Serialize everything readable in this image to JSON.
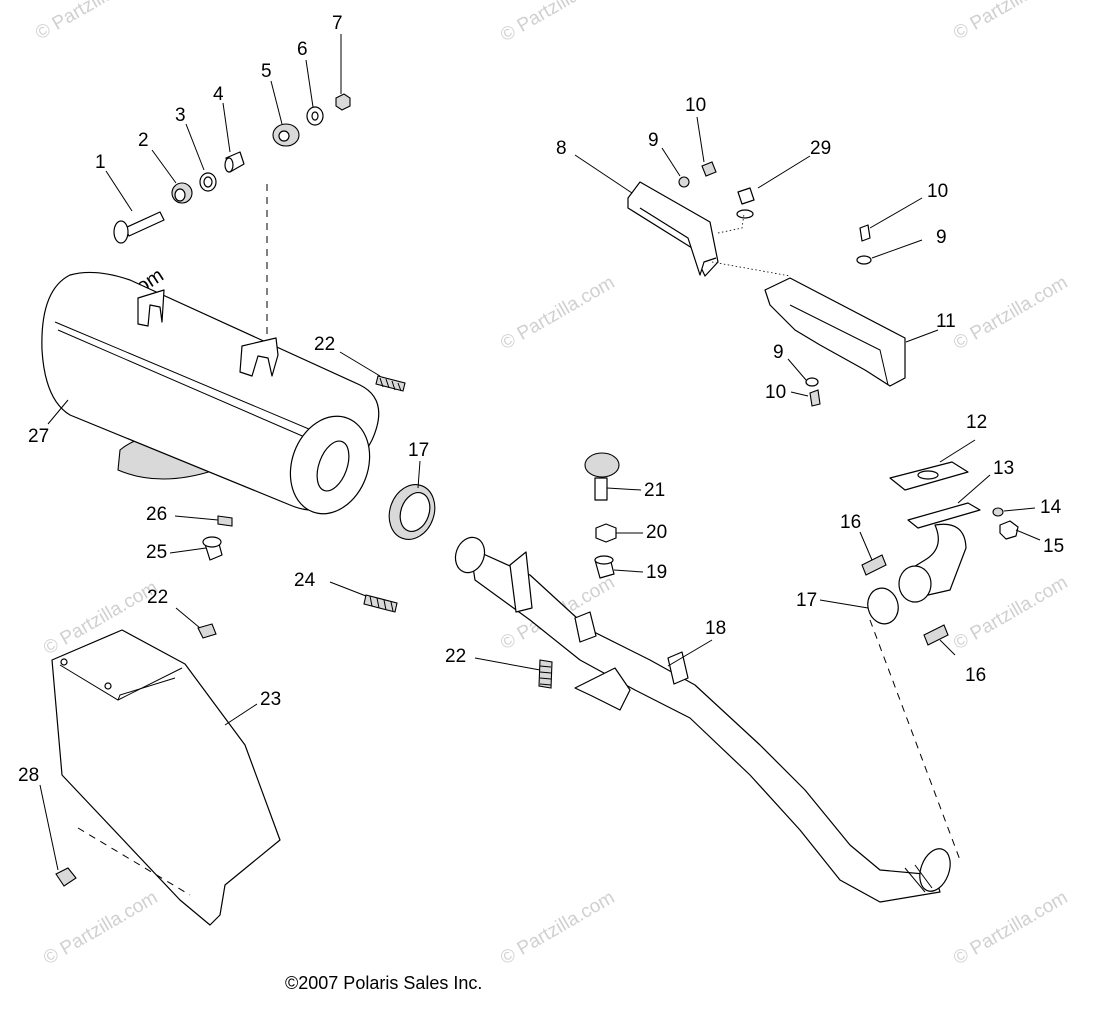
{
  "watermark": {
    "text": "© Partzilla.com",
    "main_text": "© Partzilla.com"
  },
  "copyright": "©2007 Polaris Sales Inc.",
  "callouts": [
    "1",
    "2",
    "3",
    "4",
    "5",
    "6",
    "7",
    "8",
    "9",
    "10",
    "29",
    "10",
    "9",
    "11",
    "9",
    "10",
    "22",
    "17",
    "27",
    "12",
    "13",
    "14",
    "15",
    "16",
    "17",
    "16",
    "21",
    "20",
    "19",
    "26",
    "25",
    "22",
    "24",
    "23",
    "22",
    "18",
    "28"
  ],
  "colors": {
    "line": "#000000",
    "watermark": "#d0d0d0",
    "background": "#ffffff"
  }
}
